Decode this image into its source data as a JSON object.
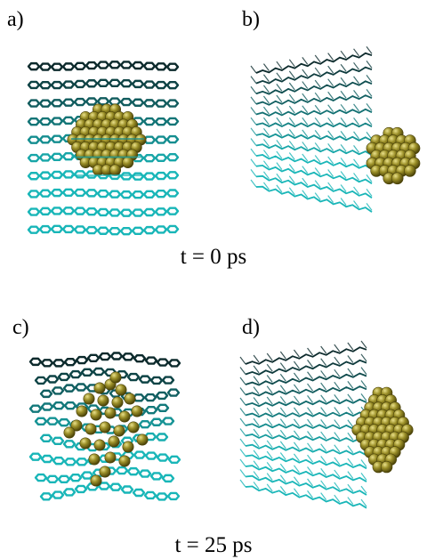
{
  "labels": {
    "a": "a)",
    "b": "b)",
    "c": "c)",
    "d": "d)"
  },
  "captions": {
    "top": "t = 0 ps",
    "bottom": "t = 25 ps"
  },
  "colors": {
    "sheet_light": "#19b6b8",
    "sheet_dark": "#0c2a2c",
    "cluster_fill": "#9b8f28",
    "cluster_dark": "#4a4208",
    "cluster_highlight": "#e9e08a"
  }
}
